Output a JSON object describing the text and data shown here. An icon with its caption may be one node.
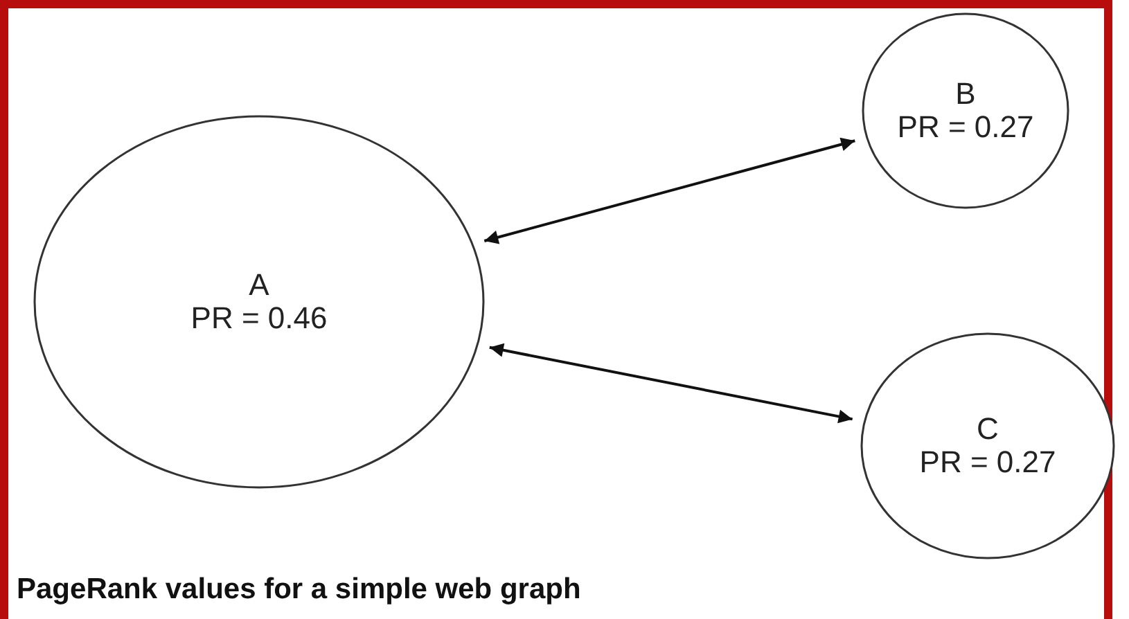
{
  "diagram": {
    "caption": "PageRank values for a simple web graph",
    "nodes": [
      {
        "text": [
          "A",
          "PR = 0.46"
        ]
      },
      {
        "text": [
          "B",
          "PR = 0.27"
        ]
      },
      {
        "text": [
          "C",
          "PR = 0.27"
        ]
      }
    ],
    "edges": [
      {
        "from": 0,
        "to": 1,
        "arrow": "both"
      },
      {
        "from": 0,
        "to": 2,
        "arrow": "both"
      }
    ]
  }
}
